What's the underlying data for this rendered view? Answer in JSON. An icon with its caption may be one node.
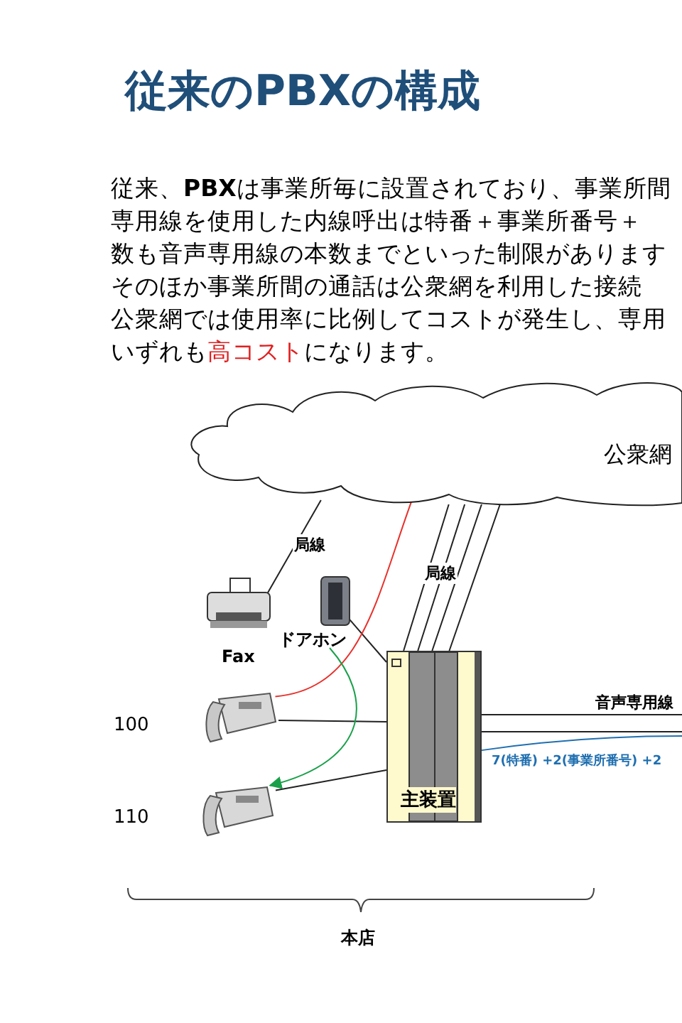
{
  "diagram": {
    "title": "従来のPBXの構成",
    "nodes": [
      {
        "text": [
          "公衆網"
        ]
      },
      {
        "text": [
          "Fax"
        ]
      },
      {
        "text": [
          "ドアホン"
        ]
      },
      {
        "text": [
          "主装置"
        ]
      },
      {
        "text": [],
        "shape": "picture",
        "beside": [
          "100"
        ]
      },
      {
        "text": [],
        "shape": "picture",
        "beside": [
          "110"
        ]
      }
    ],
    "edges": [
      {
        "from": 1,
        "to": 0,
        "arrow": "none",
        "label": "局線"
      },
      {
        "from": 3,
        "to": 0,
        "arrow": "none",
        "label": "局線"
      },
      {
        "from": 3,
        "to": 0,
        "arrow": "none"
      },
      {
        "from": 3,
        "to": 0,
        "arrow": "none"
      },
      {
        "from": 3,
        "to": 0,
        "arrow": "none"
      },
      {
        "from": 2,
        "to": 3,
        "arrow": "none"
      },
      {
        "from": 4,
        "to": 3,
        "arrow": "none"
      },
      {
        "from": 5,
        "to": 3,
        "arrow": "none"
      },
      {
        "from": 4,
        "to": 0,
        "arrow": "none",
        "color": "#e8302a"
      },
      {
        "from": 2,
        "to": 5,
        "arrow": "to",
        "color": "#1aa04a"
      },
      {
        "from": 3,
        "to": null,
        "arrow": "none",
        "label": "音声専用線"
      },
      {
        "from": 3,
        "to": null,
        "arrow": "none"
      },
      {
        "from": 3,
        "to": null,
        "arrow": "none",
        "color": "#1f6fb0",
        "label": "7(特番) +2(事業所番号) +2"
      }
    ],
    "labels": [
      "従来、**PBX**は事業所毎に設置されており、事業所間",
      "専用線を使用した内線呼出は特番＋事業所番号＋",
      "数も音声専用線の本数までといった制限があります",
      "そのほか事業所間の通話は公衆網を利用した接続",
      "公衆網では使用率に比例してコストが発生し、専用",
      "いずれも",
      "高コスト",
      "になります。",
      "本店"
    ]
  }
}
